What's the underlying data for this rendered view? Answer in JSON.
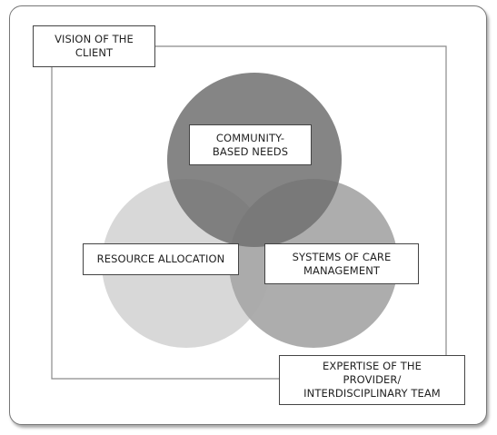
{
  "labels": {
    "vision_line1": "VISION OF THE",
    "vision_line2": "CLIENT",
    "community_line1": "COMMUNITY-",
    "community_line2": "BASED NEEDS",
    "resource": "RESOURCE ALLOCATION",
    "systems_line1": "SYSTEMS OF CARE",
    "systems_line2": "MANAGEMENT",
    "expertise_line1": "EXPERTISE OF THE",
    "expertise_line2": "PROVIDER/",
    "expertise_line3": "INTERDISCIPLINARY TEAM"
  },
  "colors": {
    "community_circle": "#707070",
    "resource_circle": "#d8d8d8",
    "systems_circle": "#a9a9a9",
    "frame_line": "#8a8a8a"
  }
}
